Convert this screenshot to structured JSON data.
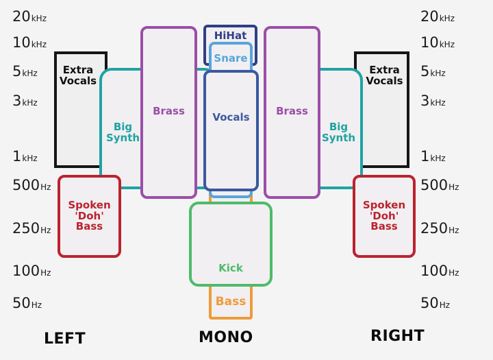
{
  "colors": {
    "extra_vocals": "#151515",
    "big_synth": "#1fa3a3",
    "brass": "#9b4ea8",
    "hihat": "#2f3f87",
    "snare": "#58a5d9",
    "vocals": "#3b58a0",
    "spoken_bass": "#bb2330",
    "kick": "#4dbb6a",
    "bass": "#ef9a3a"
  },
  "axis_left": [
    {
      "num": "20",
      "unit": "kHz"
    },
    {
      "num": "10",
      "unit": "kHz"
    },
    {
      "num": "5",
      "unit": "kHz"
    },
    {
      "num": "3",
      "unit": "kHz"
    },
    {
      "num": "1",
      "unit": "kHz"
    },
    {
      "num": "500",
      "unit": "Hz"
    },
    {
      "num": "250",
      "unit": "Hz"
    },
    {
      "num": "100",
      "unit": "Hz"
    },
    {
      "num": "50",
      "unit": "Hz"
    }
  ],
  "axis_right": [
    {
      "num": "20",
      "unit": "kHz"
    },
    {
      "num": "10",
      "unit": "kHz"
    },
    {
      "num": "5",
      "unit": "kHz"
    },
    {
      "num": "3",
      "unit": "kHz"
    },
    {
      "num": "1",
      "unit": "kHz"
    },
    {
      "num": "500",
      "unit": "Hz"
    },
    {
      "num": "250",
      "unit": "Hz"
    },
    {
      "num": "100",
      "unit": "Hz"
    },
    {
      "num": "50",
      "unit": "Hz"
    }
  ],
  "blocks": {
    "extra_vocals_left": "Extra\nVocals",
    "extra_vocals_right": "Extra\nVocals",
    "big_synth_left": "Big\nSynth",
    "big_synth_right": "Big\nSynth",
    "brass_left": "Brass",
    "brass_right": "Brass",
    "hihat": "HiHat",
    "snare": "Snare",
    "vocals": "Vocals",
    "spoken_bass_left": "Spoken\n'Doh'\nBass",
    "spoken_bass_right": "Spoken\n'Doh'\nBass",
    "kick": "Kick",
    "bass": "Bass"
  },
  "channels": {
    "left": "LEFT",
    "mono": "MONO",
    "right": "RIGHT"
  }
}
